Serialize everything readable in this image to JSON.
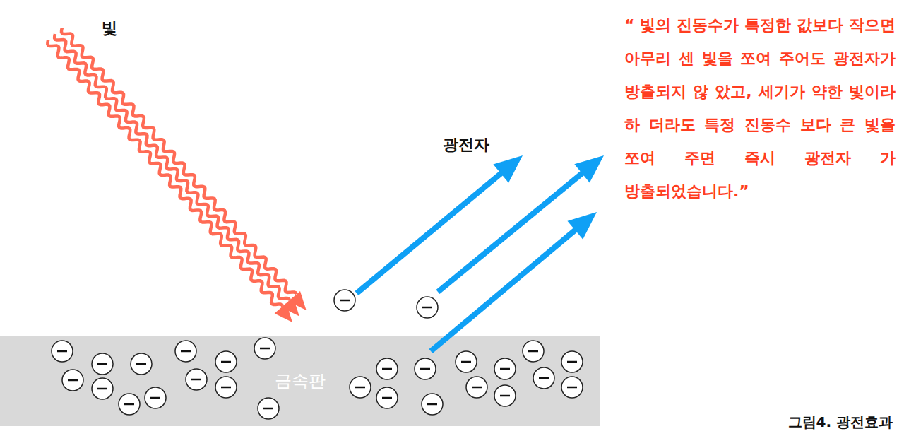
{
  "diagram": {
    "caption": "그림4. 광전효과",
    "nodes": [
      {
        "text": [
          "금속판"
        ]
      }
    ],
    "labels": [
      "빛",
      "광전자",
      "“ 빛의 진동수가 특정한 값보다 작으면 아무리 센 빛을 쪼여 주어도 광전자가 방출되지 않 았고, 세기가 약한 빛이라 하 더라도 특정 진동수 보다 큰 빛을 쪼여 주면 즉시 광전자 가 방출되었습니다.”"
    ]
  }
}
